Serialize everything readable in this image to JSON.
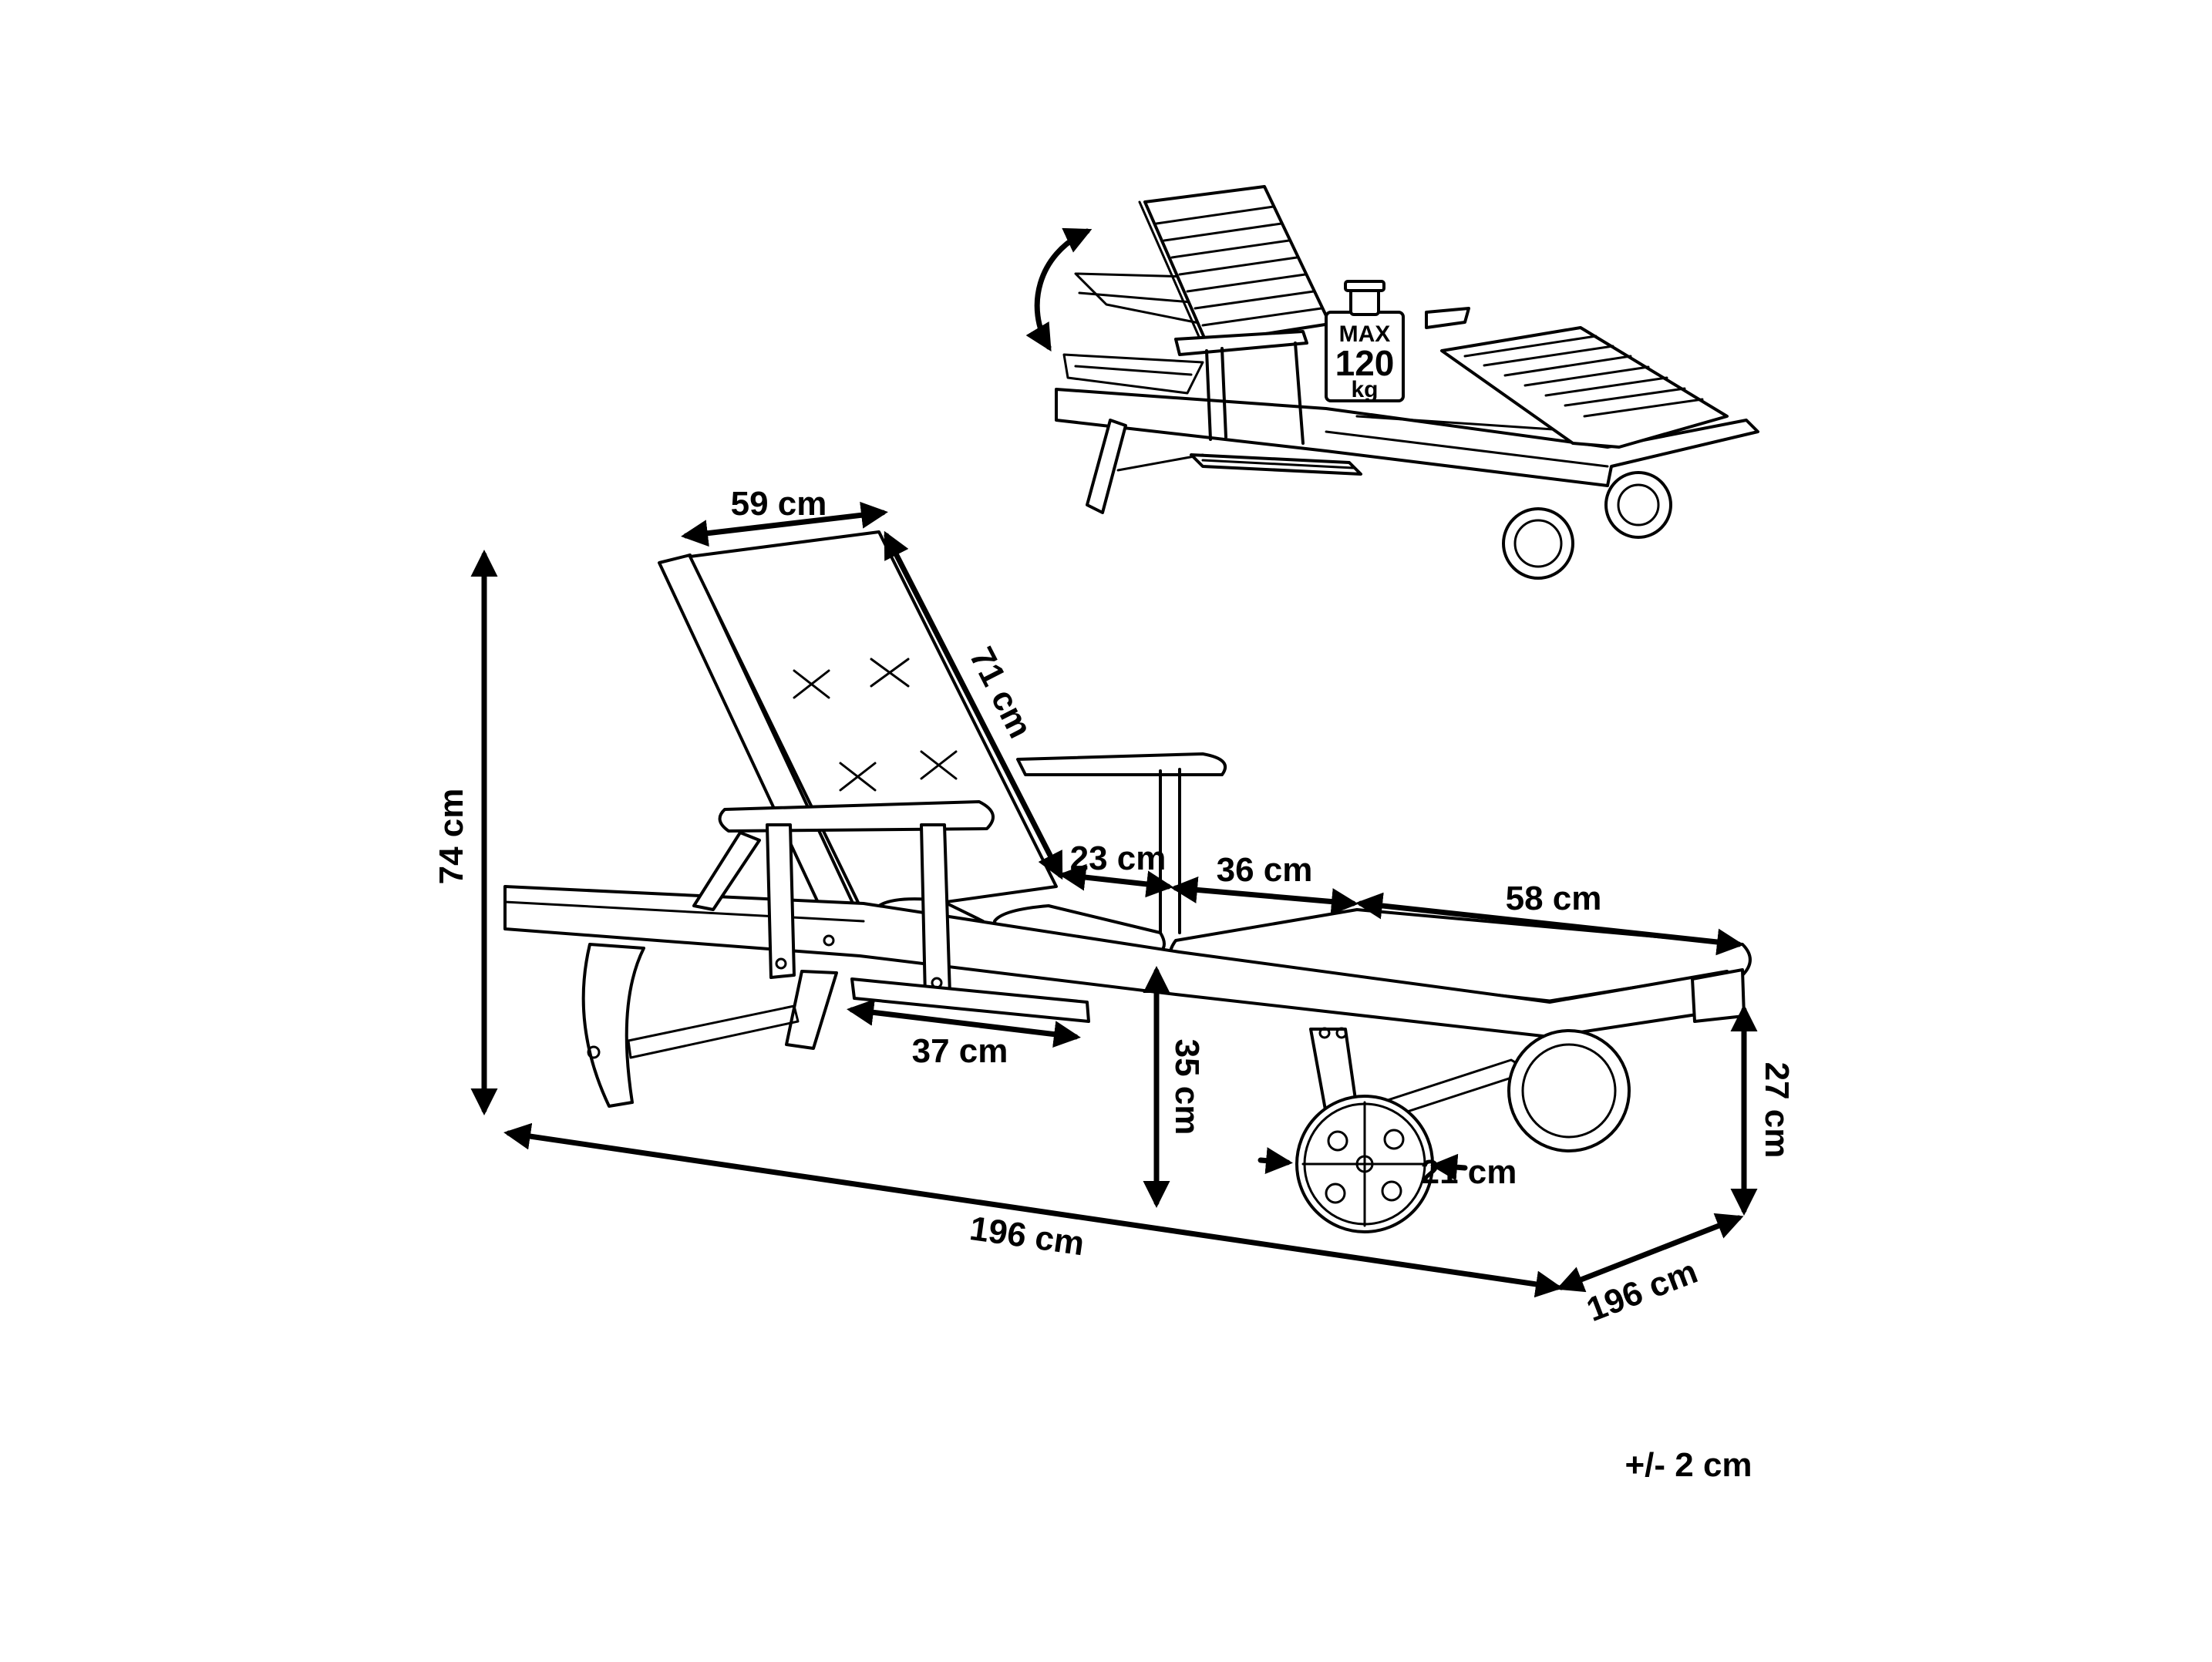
{
  "badge": {
    "max": "MAX",
    "value": "120",
    "unit": "kg"
  },
  "dimensions": {
    "backrest_width": "59 cm",
    "backrest_length": "71 cm",
    "height_total": "74 cm",
    "seat_segment": "23 cm",
    "middle_segment": "36 cm",
    "foot_segment": "58 cm",
    "tray_width": "37 cm",
    "seat_height": "35 cm",
    "wheel_diameter": "21 cm",
    "foot_height": "27 cm",
    "length_total": "196 cm",
    "depth_total": "196 cm"
  },
  "tolerance": "+/- 2 cm"
}
